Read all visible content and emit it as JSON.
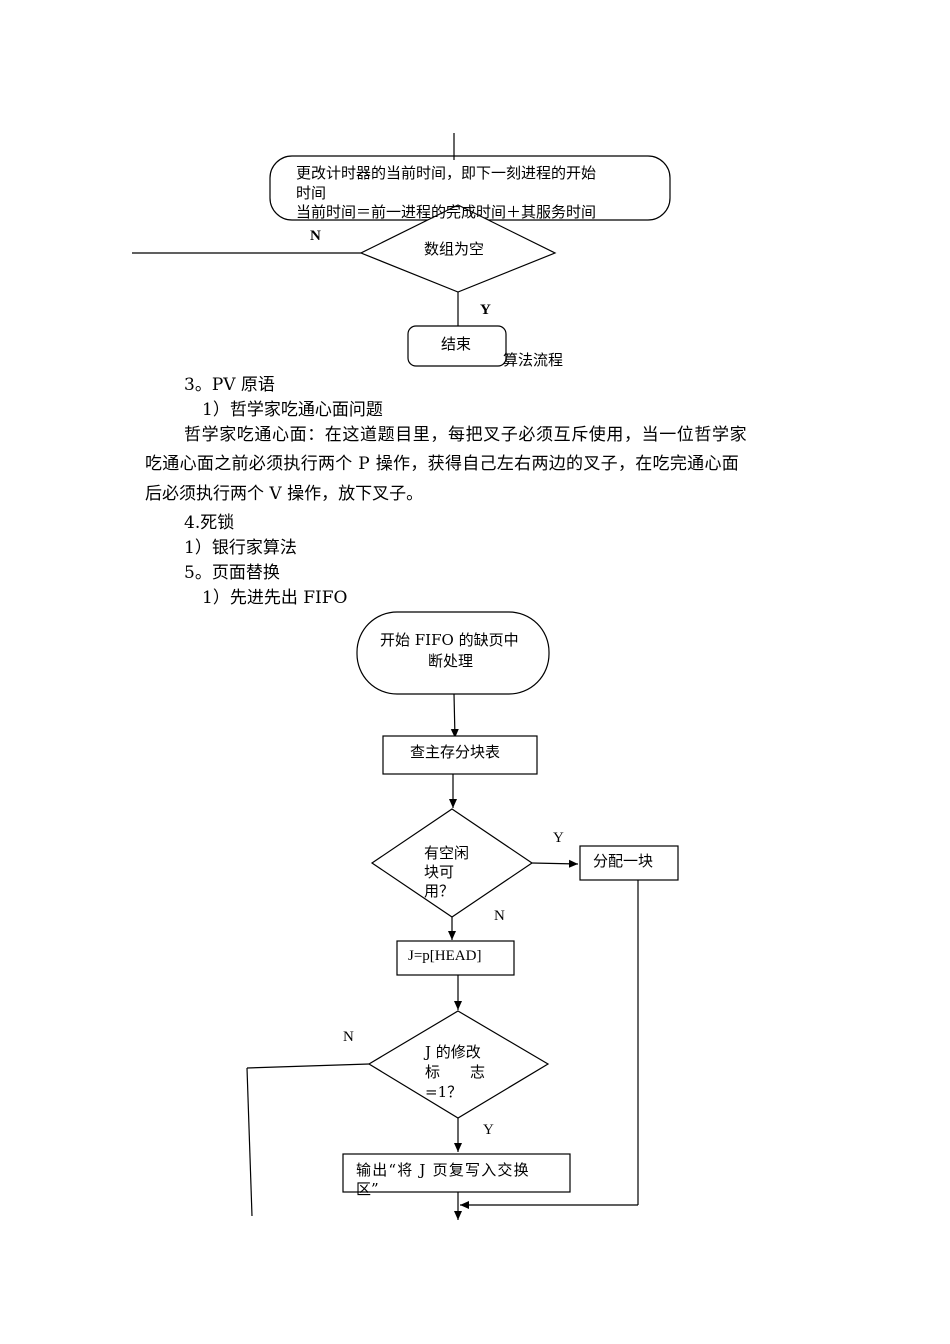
{
  "flow1": {
    "box_line1": "更改计时器的当前时间，即下一刻进程的开始",
    "box_line2": "时间",
    "box_line3": "当前时间＝前一进程的完成时间＋其服务时间",
    "diamond": "数组为空",
    "n_label": "N",
    "y_label": "Y",
    "end": "结束",
    "caption_fragment": "算法流程"
  },
  "section3": {
    "heading": "3。PV 原语",
    "sub1": "1）哲学家吃通心面问题",
    "para_line1": "哲学家吃通心面：在这道题目里，每把叉子必须互斥使用，当一位哲学家",
    "para_line2": "吃通心面之前必须执行两个 P 操作，获得自己左右两边的叉子，在吃完通心面",
    "para_line3": "后必须执行两个 V 操作，放下叉子。"
  },
  "section4": {
    "heading": "4.死锁",
    "sub1": "1）银行家算法"
  },
  "section5": {
    "heading": "5。页面替换",
    "sub1": "1）先进先出 FIFO"
  },
  "flow2": {
    "start_line1": "开始 FIFO 的缺页中",
    "start_line2": "断处理",
    "lookup": "查主存分块表",
    "diamond1_line1": "有空闲",
    "diamond1_line2": "块可",
    "diamond1_line3": "用？",
    "allocate": "分配一块",
    "y1": "Y",
    "n1": "N",
    "assign": "J=p[HEAD]",
    "diamond2_line1": "J 的修改",
    "diamond2_line2": "标　　志",
    "diamond2_line3": "=1？",
    "n2": "N",
    "y2": "Y",
    "output_line1": "输出“将 J 页复写入交换",
    "output_line2": "区”"
  }
}
